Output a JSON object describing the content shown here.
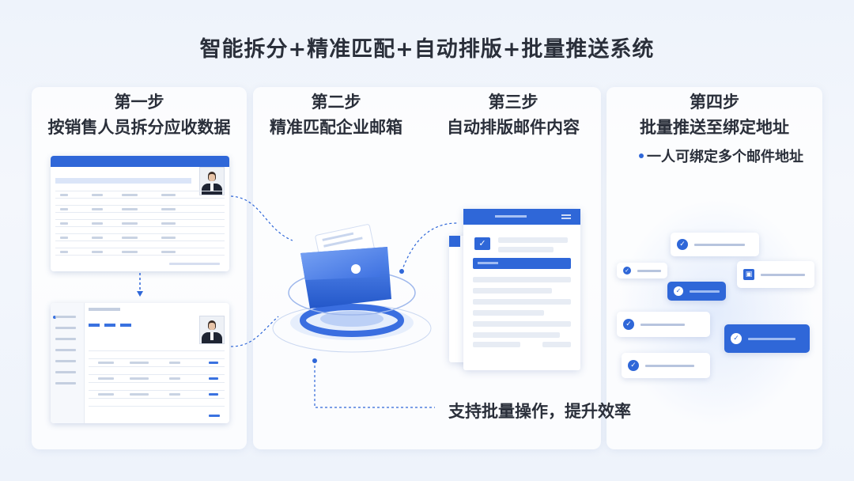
{
  "title": "智能拆分+精准匹配+自动排版+批量推送系统",
  "steps": [
    {
      "num": "第一步",
      "text": "按销售人员拆分应收数据"
    },
    {
      "num": "第二步",
      "text": "精准匹配企业邮箱"
    },
    {
      "num": "第三步",
      "text": "自动排版邮件内容"
    },
    {
      "num": "第四步",
      "text": "批量推送至绑定地址"
    }
  ],
  "step4_note": "一人可绑定多个邮件地址",
  "batch_caption": "支持批量操作，提升效率",
  "icons": [
    "checkmark-icon",
    "mail-icon",
    "envelope-icon",
    "folder-icon"
  ],
  "colors": {
    "accent": "#2f67d8",
    "text": "#2a2f3a",
    "panel": "#ffffff",
    "background": "#eef3fb"
  }
}
